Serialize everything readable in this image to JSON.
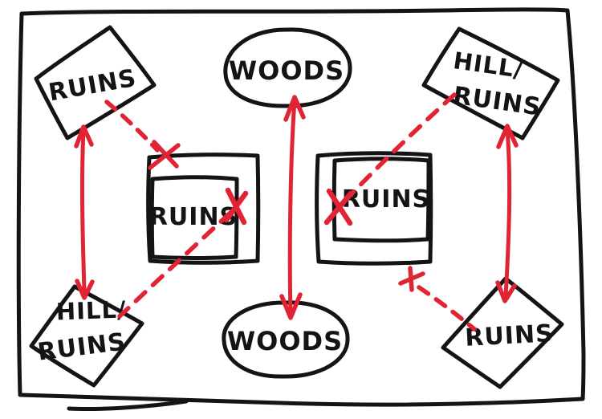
{
  "colors": {
    "ink": "#141414",
    "accent": "#e12433",
    "background": "#ffffff"
  },
  "diagram": {
    "nodes": {
      "top_left": {
        "label": "RUINS",
        "shape": "tilted-rectangle"
      },
      "top_center": {
        "label": "WOODS",
        "shape": "ellipse"
      },
      "top_right": {
        "label": "HILL/RUINS",
        "line1": "HILL/",
        "line2": "RUINS",
        "shape": "tilted-rectangle"
      },
      "mid_left": {
        "label": "RUINS",
        "shape": "nested-squares"
      },
      "mid_right": {
        "label": "RUINS",
        "shape": "nested-squares"
      },
      "bottom_left": {
        "label": "HILL/RUINS",
        "line1": "HILL/",
        "line2": "RUINS",
        "shape": "diamond"
      },
      "bottom_center": {
        "label": "WOODS",
        "shape": "ellipse"
      },
      "bottom_right": {
        "label": "RUINS",
        "shape": "diamond"
      }
    },
    "connectors": [
      {
        "from": "top_left",
        "to": "bottom_left",
        "style": "solid",
        "arrowheads": "both"
      },
      {
        "from": "top_center",
        "to": "bottom_center",
        "style": "solid",
        "arrowheads": "both"
      },
      {
        "from": "top_right",
        "to": "bottom_right",
        "style": "solid",
        "arrowheads": "both"
      },
      {
        "from": "top_left",
        "to": "mid_left",
        "style": "dashed",
        "mark": "x-at-end"
      },
      {
        "from": "mid_left",
        "to": "bottom_left",
        "style": "dashed",
        "mark": "x-at-start"
      },
      {
        "from": "top_right",
        "to": "mid_right",
        "style": "dashed",
        "mark": "x-at-end"
      },
      {
        "from": "mid_right",
        "to": "bottom_right",
        "style": "dashed",
        "mark": "x-at-start"
      }
    ]
  }
}
